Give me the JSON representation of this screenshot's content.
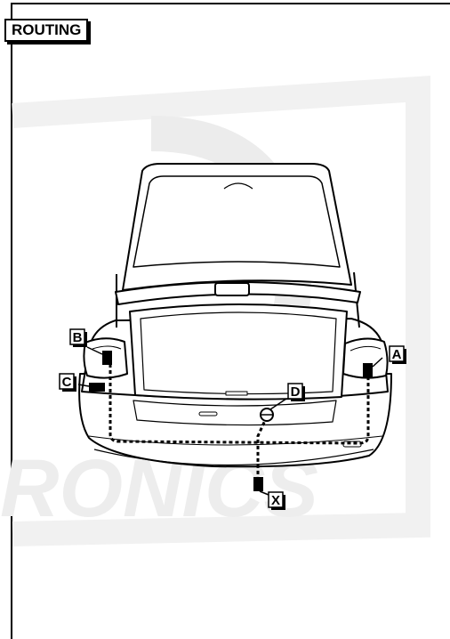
{
  "section": {
    "label": "ROUTING"
  },
  "watermark": {
    "text": "RONICS"
  },
  "callouts": {
    "a": "A",
    "b": "B",
    "c": "C",
    "d": "D",
    "x": "X"
  }
}
